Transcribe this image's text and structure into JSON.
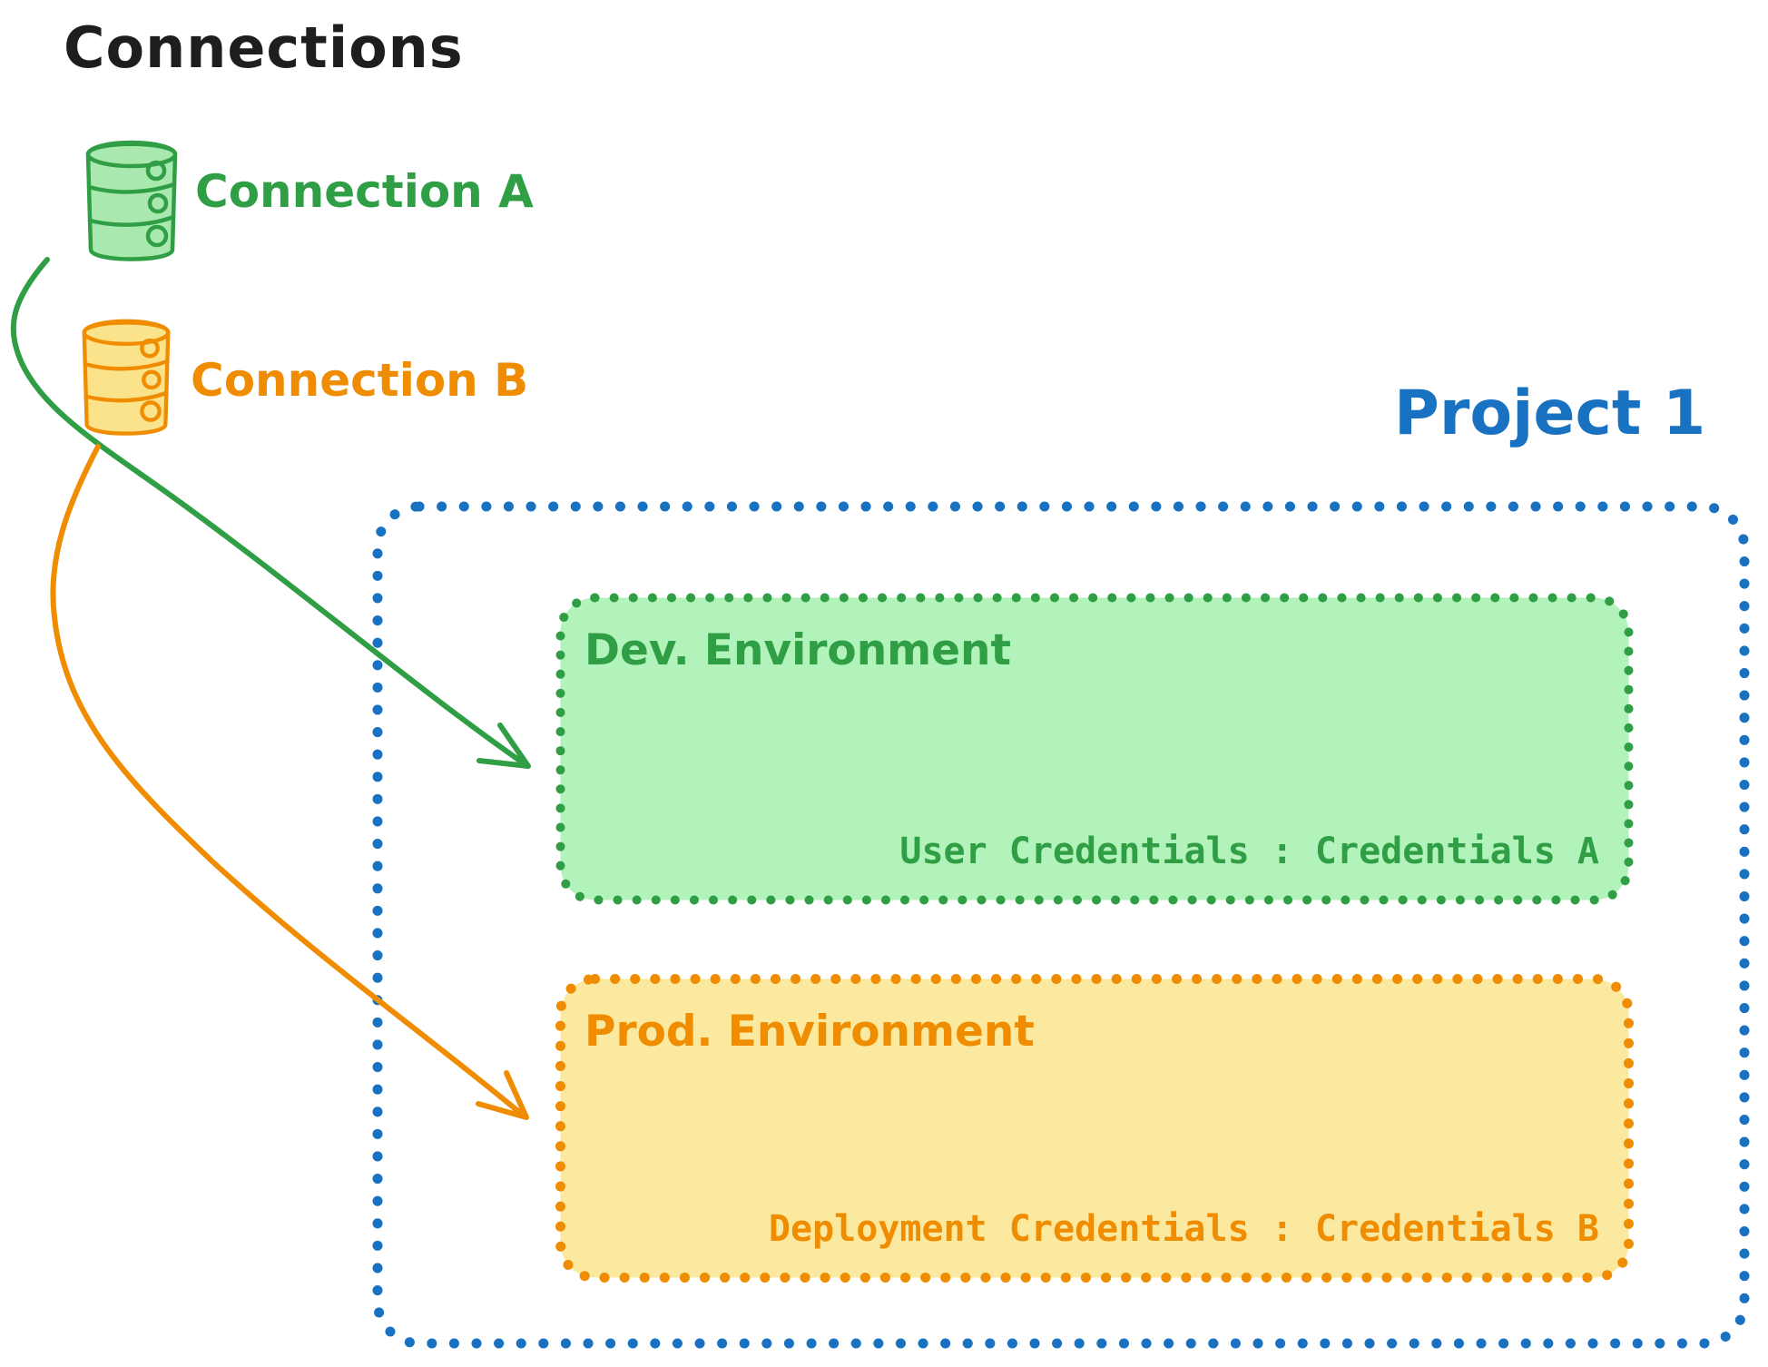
{
  "header": {
    "title": "Connections"
  },
  "connections": {
    "a": {
      "label": "Connection A",
      "color": "#2f9e44",
      "icon": "database-icon",
      "icon_fill": "#a9e9b0"
    },
    "b": {
      "label": "Connection B",
      "color": "#f08c00",
      "icon": "database-icon",
      "icon_fill": "#fbe38b"
    }
  },
  "project": {
    "label": "Project 1",
    "border_color": "#1971c2",
    "environments": {
      "dev": {
        "title": "Dev. Environment",
        "credentials": "User Credentials : Credentials A",
        "stroke": "#2f9e44",
        "fill": "#b2f2bb"
      },
      "prod": {
        "title": "Prod. Environment",
        "credentials": "Deployment Credentials : Credentials B",
        "stroke": "#f08c00",
        "fill": "#fbe9a0"
      }
    }
  }
}
